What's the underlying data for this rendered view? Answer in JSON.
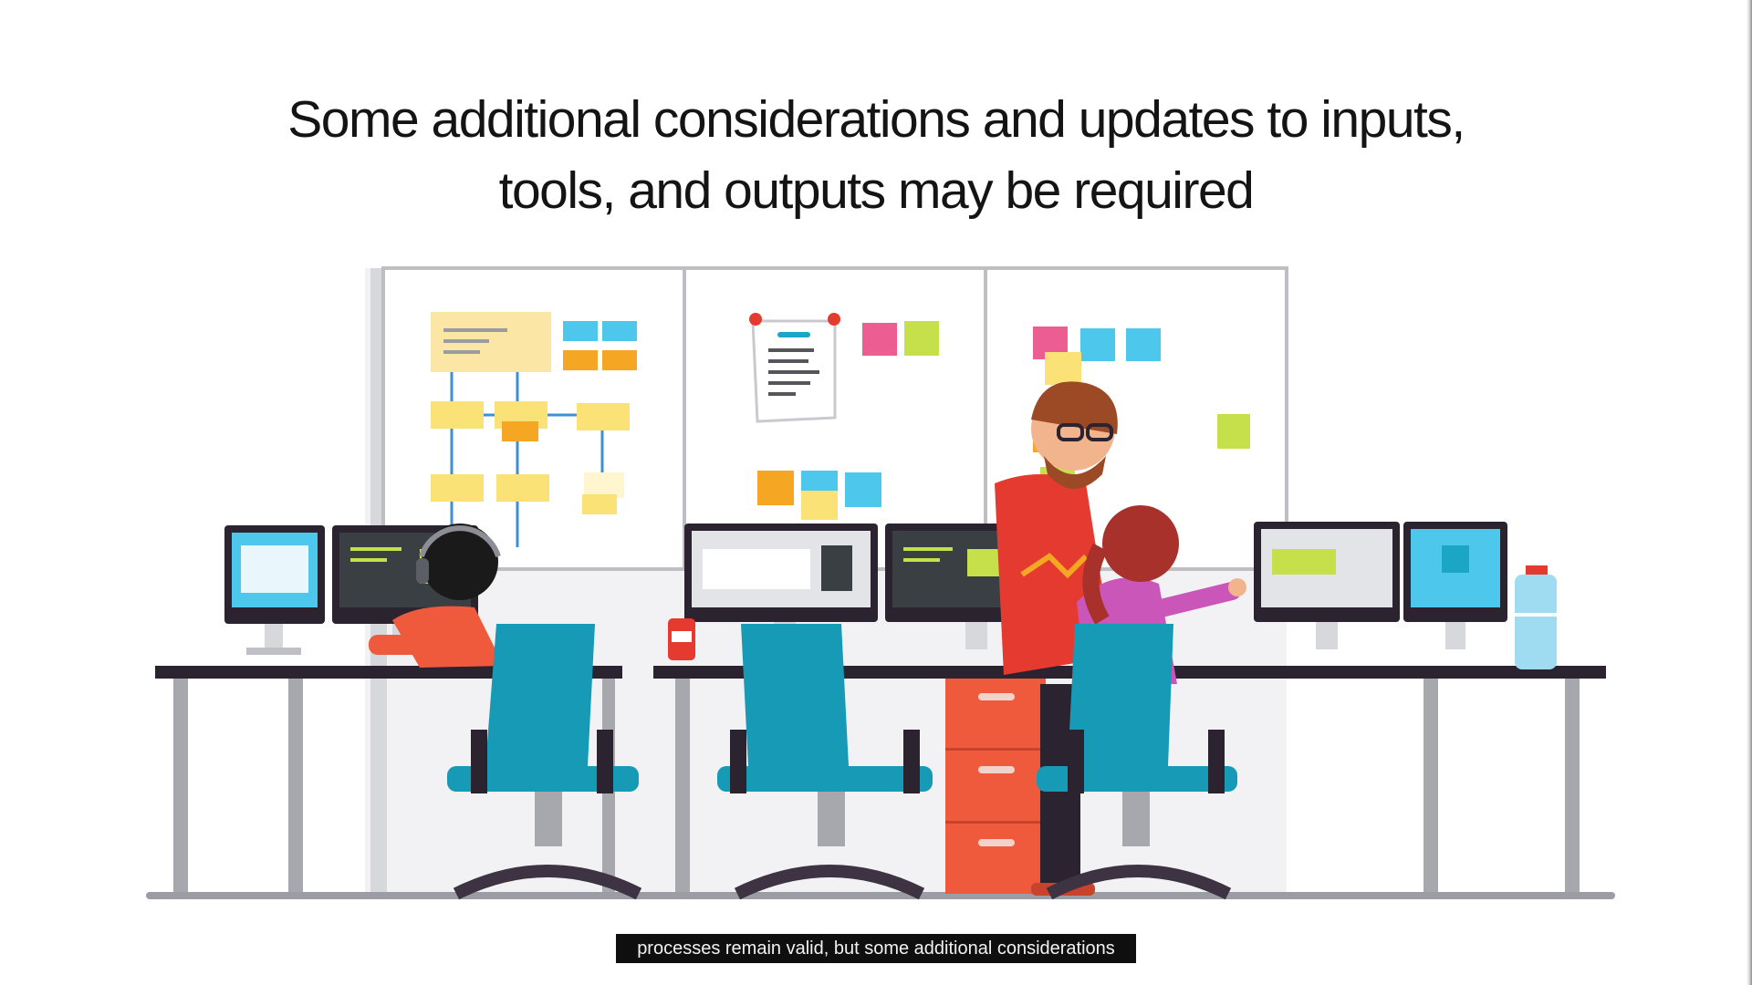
{
  "slide": {
    "title_line_1": "Some additional considerations and updates to inputs,",
    "title_line_2": "tools, and outputs may be required"
  },
  "captions": {
    "text": "processes remain valid, but some additional considerations"
  },
  "illustration": {
    "subject": "team-collaboration-scene",
    "colors": {
      "accent_red": "#e53a2f",
      "accent_teal": "#1aa6c4",
      "chair_blue": "#179ab5",
      "sticky_yellow": "#fbe277",
      "sticky_orange": "#f5a623",
      "sticky_pink": "#ec5d92",
      "sticky_green": "#c6e04b",
      "sticky_blue": "#4ec7ec",
      "desk_top": "#2b2430",
      "cabinet": "#ee5a3b"
    }
  }
}
